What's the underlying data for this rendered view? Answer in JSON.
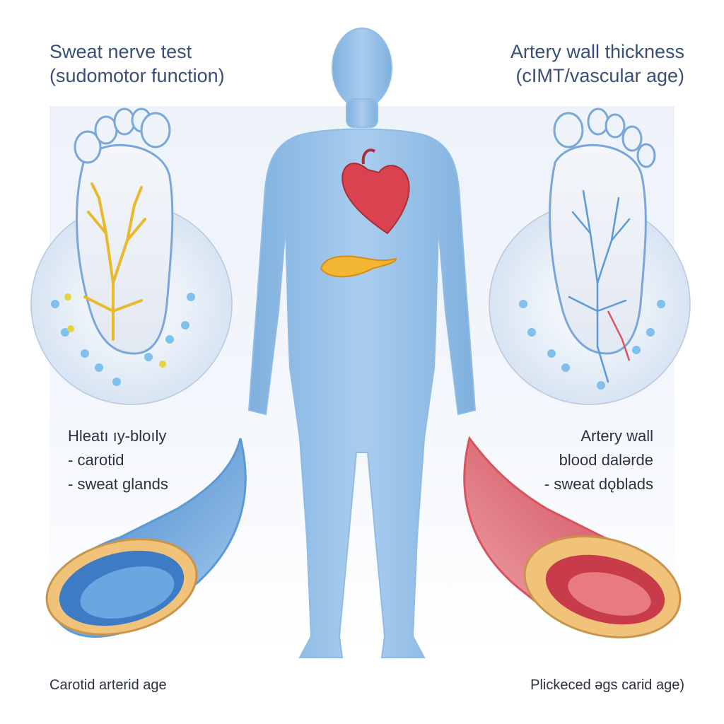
{
  "left_title": {
    "line1": "Sweat nerve test",
    "line2": "(sudomotor function)"
  },
  "right_title": {
    "line1": "Artery wall thickness",
    "line2": "(cIMT/vascular age)"
  },
  "left_note": {
    "line1": "Hleatı ıy-bloıly",
    "line2": "- carotid",
    "line3": "- sweat glands"
  },
  "right_note": {
    "line1": "Artery wall",
    "line2": "blood dalərde",
    "line3": "- sweat dǫblads"
  },
  "left_caption": "Carotid arterid age",
  "right_caption": "Plickeced əgs carid age)",
  "colors": {
    "title": "#3a4f78",
    "body": "#8fbbe4",
    "heart": "#d9434f",
    "pancreas": "#f2b632",
    "nerve": "#e8b92b",
    "healthy_vessel": "#5a9ad6",
    "thick_vessel": "#d8545c",
    "plaque": "#f0c27a"
  },
  "icons": [
    "human-body-figure",
    "heart-icon",
    "pancreas-icon",
    "foot-nerve-illustration",
    "foot-vessel-illustration",
    "healthy-artery-cross-section",
    "thickened-artery-cross-section"
  ]
}
